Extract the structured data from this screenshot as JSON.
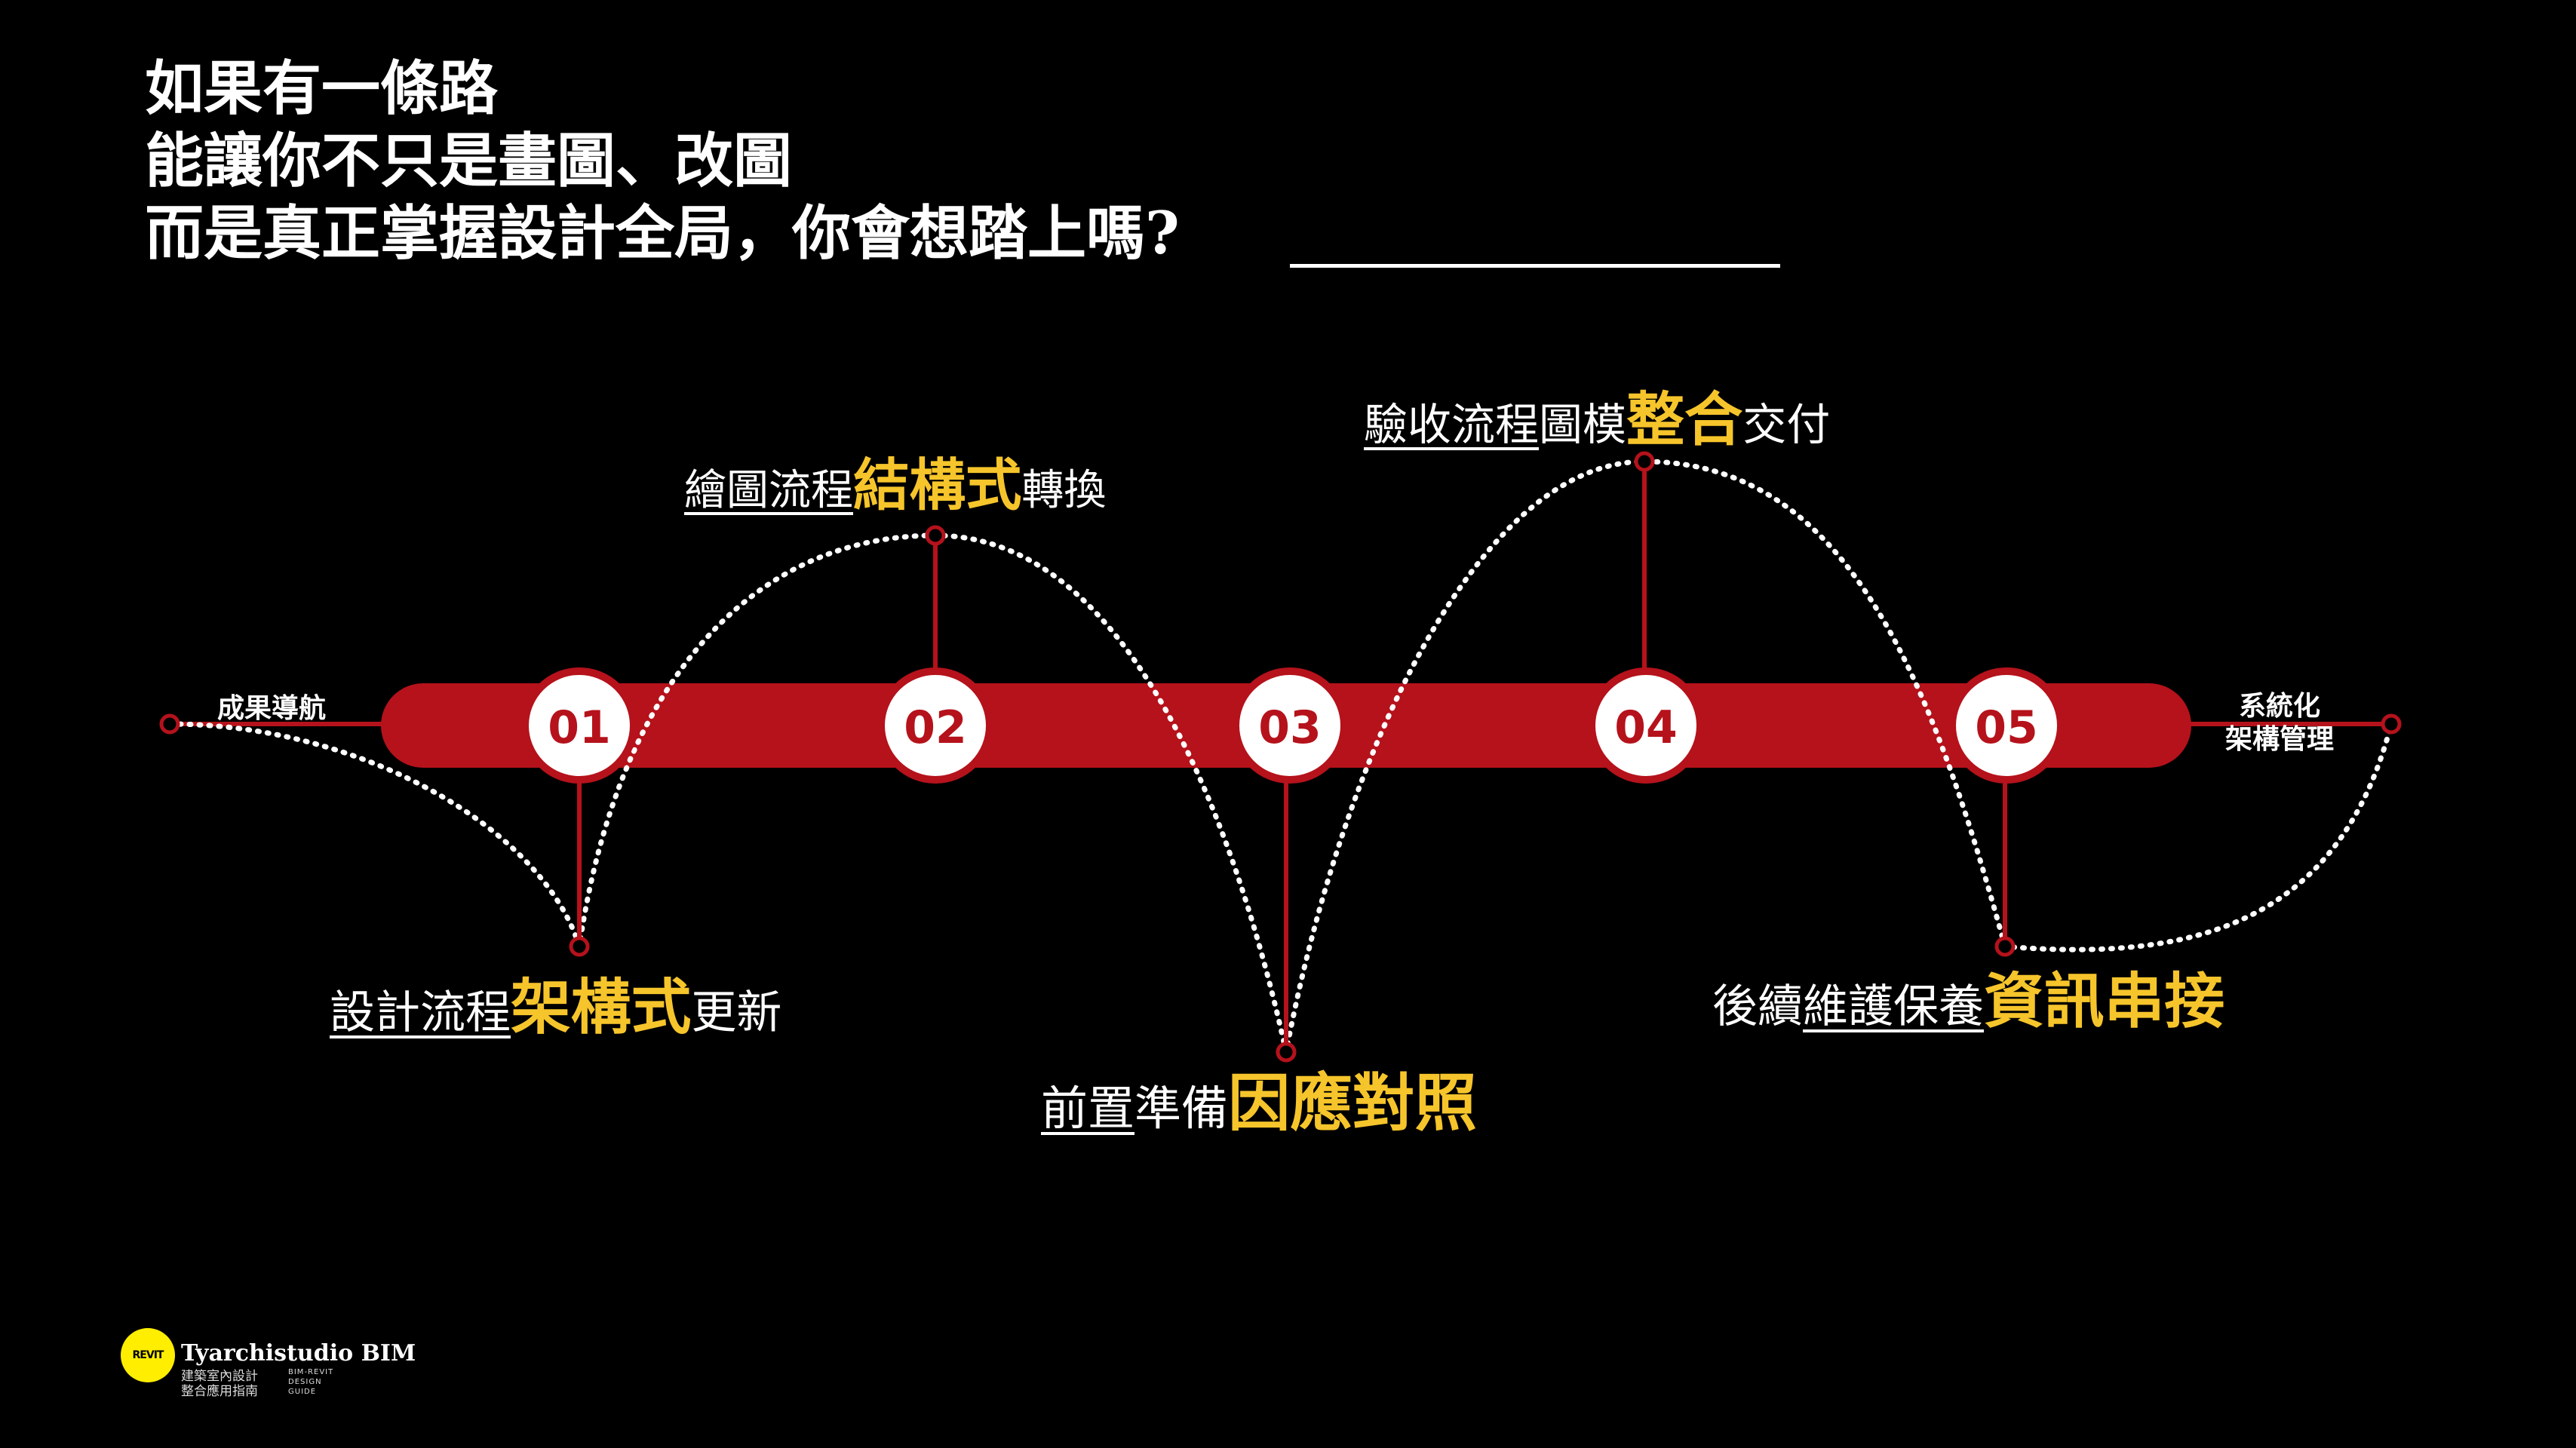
{
  "headline": {
    "line1": "如果有一條路",
    "line2": "能讓你不只是畫圖、改圖",
    "line3": "而是真正掌握設計全局，你會想踏上嗎?"
  },
  "start_label": "成果導航",
  "end_label": {
    "line1": "系統化",
    "line2": "架構管理"
  },
  "steps": [
    {
      "number": "01",
      "underlined": "設計流程",
      "highlight": "架構式",
      "tail": "更新",
      "prefix": ""
    },
    {
      "number": "02",
      "underlined": "繪圖流程",
      "highlight": "結構式",
      "tail": "轉換",
      "prefix": ""
    },
    {
      "number": "03",
      "underlined": "前置",
      "highlight": "因應對照",
      "tail": "準備",
      "prefix": ""
    },
    {
      "number": "04",
      "underlined": "驗收流程",
      "highlight": "整合",
      "tail": "圖模",
      "tail2": "交付",
      "prefix": ""
    },
    {
      "number": "05",
      "underlined": "維護保養",
      "highlight": "資訊串接",
      "tail": "",
      "prefix": "後續"
    }
  ],
  "colors": {
    "bar": "#b5121b",
    "highlight": "#f6c52b",
    "background": "#000000",
    "dots": "#ffffff"
  },
  "logo": {
    "badge": "REVIT",
    "name": "Tyarchistudio BIM",
    "sub": "建築室內設計 整合應用指南",
    "sub2": "BIM-REVIT DESIGN GUIDE"
  }
}
